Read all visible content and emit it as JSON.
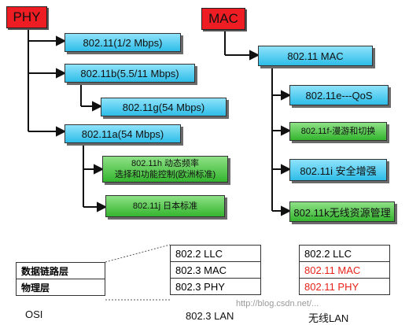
{
  "phy": {
    "title": "PHY",
    "items": [
      "802.11(1/2 Mbps)",
      "802.11b(5.5/11 Mbps)",
      "802.11g(54 Mbps)",
      "802.11a(54 Mbps)"
    ],
    "sub": [
      "802.11h 动态频率",
      "选择和功能控制(欧洲标准)",
      "802.11j 日本标准"
    ]
  },
  "mac": {
    "title": "MAC",
    "root": "802.11  MAC",
    "items": [
      "802.11e---QoS",
      "802.11f-漫游和切换",
      "802.11i 安全增强",
      "802.11k无线资源管理"
    ]
  },
  "osi": {
    "rows": [
      "数据链路层",
      "物理层"
    ],
    "footer": "OSI"
  },
  "lan8023": {
    "rows": [
      "802.2 LLC",
      "802.3 MAC",
      "802.3 PHY"
    ],
    "footer": "802.3 LAN"
  },
  "wlan": {
    "rows": [
      "802.2 LLC",
      "802.11 MAC",
      "802.11 PHY"
    ],
    "footer": "无线LAN",
    "highlight_color": "#e8221a"
  },
  "watermark": "http://blog.csdn.net/..."
}
